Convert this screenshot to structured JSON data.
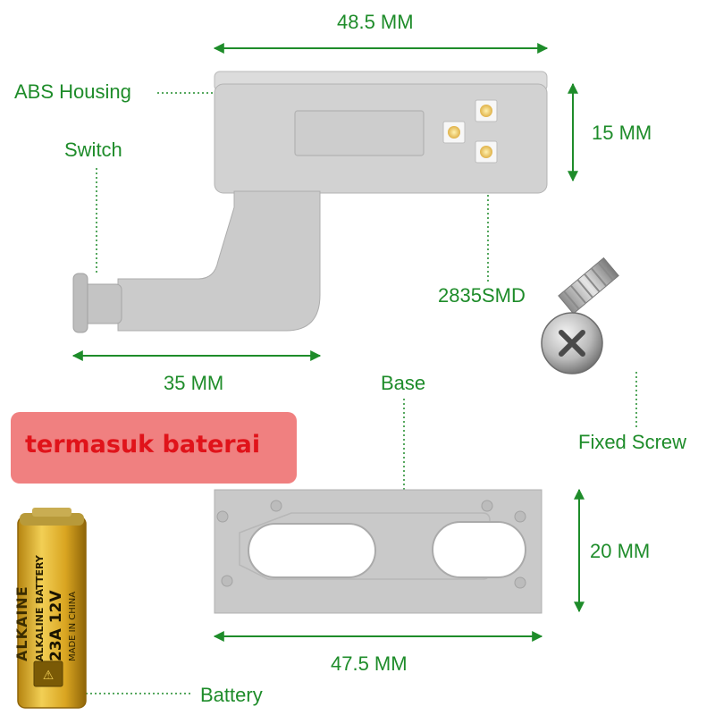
{
  "labels": {
    "top_width": "48.5 MM",
    "housing": "ABS Housing",
    "switch": "Switch",
    "height_housing": "15 MM",
    "smd": "2835SMD",
    "bottom_width": "35 MM",
    "base": "Base",
    "screw": "Fixed Screw",
    "height_base": "20 MM",
    "base_width": "47.5 MM",
    "battery": "Battery"
  },
  "banner": {
    "text": "termasuk baterai"
  },
  "battery_print": {
    "brand": "ALKAINE",
    "type": "ALKALINE BATTERY",
    "model": "23A 12V",
    "origin": "MADE IN CHINA"
  },
  "colors": {
    "accent": "#1e8c2a",
    "banner_bg": "#f08080",
    "banner_text": "#e0131a",
    "housing": "#cfcfcf",
    "battery_gold": "#d9a521"
  }
}
